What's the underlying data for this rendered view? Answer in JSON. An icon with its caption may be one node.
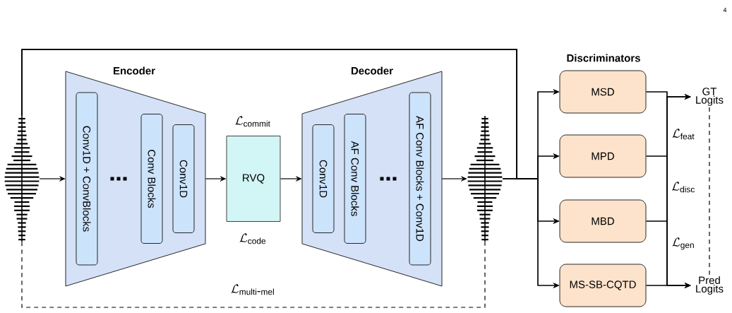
{
  "diagram": {
    "nodes": [
      {
        "text": [],
        "shape": "picture"
      },
      {
        "text": [
          "Encoder"
        ]
      },
      {
        "text": [
          "Conv1D + ConvBlocks"
        ],
        "in": 1
      },
      {
        "text": [
          "Conv Blocks"
        ],
        "in": 1
      },
      {
        "text": [
          "Conv1D"
        ],
        "in": 1
      },
      {
        "text": [
          "RVQ"
        ],
        "beside": [
          "\\mathcal{L}_{\\mathrm{commit}}",
          "\\mathcal{L}_{\\mathrm{code}}"
        ]
      },
      {
        "text": [
          "Decoder"
        ]
      },
      {
        "text": [
          "Conv1D"
        ],
        "in": 6
      },
      {
        "text": [
          "AF Conv Blocks"
        ],
        "in": 6
      },
      {
        "text": [
          "AF Conv Blocks + Conv1D"
        ],
        "in": 6
      },
      {
        "text": [],
        "shape": "picture"
      },
      {
        "text": [
          "MSD"
        ]
      },
      {
        "text": [
          "MPD"
        ]
      },
      {
        "text": [
          "MBD"
        ]
      },
      {
        "text": [
          "MS-SB-CQTD"
        ]
      },
      {
        "text": [
          "GT Logits"
        ]
      },
      {
        "text": [
          "Pred Logits"
        ]
      }
    ],
    "edges": [
      {
        "from": 0,
        "to": 1,
        "arrow": "to"
      },
      {
        "from": 1,
        "to": 5,
        "arrow": "to"
      },
      {
        "from": 5,
        "to": 6,
        "arrow": "to"
      },
      {
        "from": 6,
        "to": 10,
        "arrow": "to"
      },
      {
        "from": 10,
        "to": 11,
        "arrow": "to"
      },
      {
        "from": 10,
        "to": 12,
        "arrow": "to"
      },
      {
        "from": 10,
        "to": 13,
        "arrow": "to"
      },
      {
        "from": 10,
        "to": 14,
        "arrow": "to"
      },
      {
        "from": 0,
        "to": 11,
        "arrow": "to"
      },
      {
        "from": 0,
        "to": 12,
        "arrow": "to"
      },
      {
        "from": 0,
        "to": 13,
        "arrow": "to"
      },
      {
        "from": 0,
        "to": 14,
        "arrow": "to"
      },
      {
        "from": 11,
        "to": 15,
        "arrow": "to"
      },
      {
        "from": 12,
        "to": 15,
        "arrow": "to"
      },
      {
        "from": 13,
        "to": 15,
        "arrow": "to"
      },
      {
        "from": 14,
        "to": 15,
        "arrow": "to"
      },
      {
        "from": 11,
        "to": 16,
        "arrow": "to"
      },
      {
        "from": 12,
        "to": 16,
        "arrow": "to"
      },
      {
        "from": 13,
        "to": 16,
        "arrow": "to"
      },
      {
        "from": 14,
        "to": 16,
        "arrow": "to"
      },
      {
        "from": 0,
        "to": 10,
        "arrow": "none",
        "style": "dashed",
        "label": "\\mathcal{L}_{\\mathrm{multi\\hbox{-}mel}}"
      },
      {
        "from": 15,
        "to": 16,
        "arrow": "none",
        "style": "dashed"
      }
    ],
    "labels": [
      "4",
      "Discriminators",
      "\\mathcal{L}_{\\mathrm{feat}}",
      "\\mathcal{L}_{\\mathrm{disc}}",
      "\\mathcal{L}_{\\mathrm{gen}}"
    ]
  }
}
